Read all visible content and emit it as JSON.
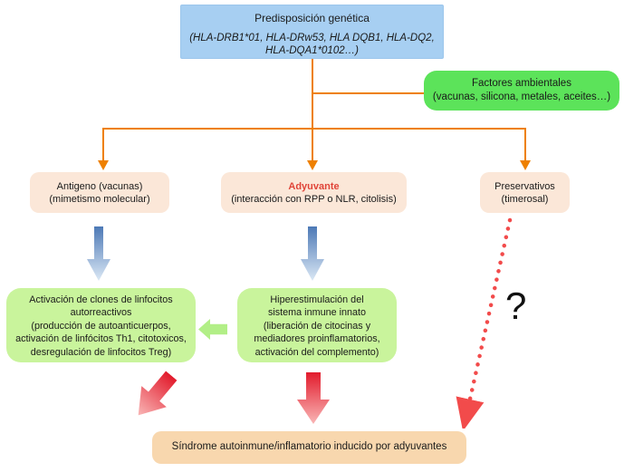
{
  "top_box": {
    "title": "Predisposición genética",
    "genes_line1": "(HLA-DRB1*01, HLA-DRw53, HLA DQB1, HLA-DQ2,",
    "genes_line2": "HLA-DQA1*0102…)"
  },
  "env_box": {
    "line1": "Factores ambientales",
    "line2": "(vacunas, silicona, metales, aceites…)"
  },
  "antigen_box": {
    "line1": "Antigeno (vacunas)",
    "line2": "(mimetismo molecular)"
  },
  "adjuvant_box": {
    "title": "Adyuvante",
    "line2": "(interacción con RPP o NLR, citolisis)"
  },
  "preservative_box": {
    "line1": "Preservativos",
    "line2": "(timerosal)"
  },
  "clones_box": {
    "lines": [
      "Activación de clones de linfocitos",
      "autorreactivos",
      "(producción de autoanticuerpos,",
      "activación de linfócitos Th1, citotoxicos,",
      "desregulación de linfocitos Treg)"
    ]
  },
  "innate_box": {
    "lines": [
      "Hiperestimulación del",
      "sistema inmune innato",
      "(liberación de citocinas y",
      "mediadores proinflamatorios,",
      "activación del complemento)"
    ]
  },
  "question_mark": "?",
  "bottom_box": {
    "label": "Síndrome autoinmune/inflamatorio inducido por adyuvantes"
  },
  "colors": {
    "blue-box-bg": "#a7cff2",
    "blue-box-border": "#9cc6ec",
    "env-green": "#5ce35a",
    "peach-bg": "#fbe7d8",
    "bottom-peach-bg": "#f8d7ae",
    "light-green-bg": "#c9f49c",
    "green-arrow": "#b2ef87",
    "orange": "#ee8000",
    "red-text": "#e04438",
    "dotted-red": "#f24b4b",
    "blue-arrow-start": "#4d79b6",
    "blue-arrow-end": "#dbe8f5",
    "red-arrow-start": "#e21b2c",
    "red-arrow-end": "#f9b6b6",
    "text": "#1a1a1a"
  }
}
